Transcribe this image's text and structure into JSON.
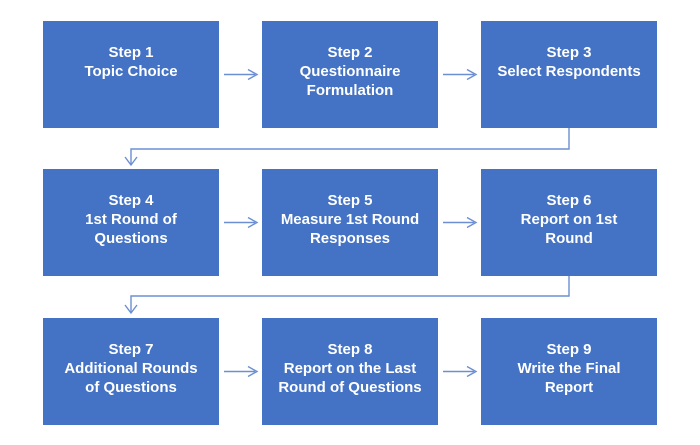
{
  "diagram": {
    "steps": [
      {
        "label": "Step 1",
        "lines": [
          "Step 1",
          "Topic Choice"
        ]
      },
      {
        "label": "Step 2",
        "lines": [
          "Step 2",
          "Questionnaire",
          "Formulation"
        ]
      },
      {
        "label": "Step 3",
        "lines": [
          "Step 3",
          "Select Respondents"
        ]
      },
      {
        "label": "Step 4",
        "lines": [
          "Step 4",
          "1st Round of",
          "Questions"
        ]
      },
      {
        "label": "Step 5",
        "lines": [
          "Step 5",
          "Measure 1st Round",
          "Responses"
        ]
      },
      {
        "label": "Step 6",
        "lines": [
          "Step 6",
          "Report on 1st",
          "Round"
        ]
      },
      {
        "label": "Step 7",
        "lines": [
          "Step 7",
          "Additional Rounds",
          "of Questions"
        ]
      },
      {
        "label": "Step 8",
        "lines": [
          "Step 8",
          "Report on the Last",
          "Round of Questions"
        ]
      },
      {
        "label": "Step 9",
        "lines": [
          "Step 9",
          "Write the Final",
          "Report"
        ]
      }
    ],
    "connections": [
      {
        "from": "Step 1",
        "to": "Step 2",
        "style": "right-arrow"
      },
      {
        "from": "Step 2",
        "to": "Step 3",
        "style": "right-arrow"
      },
      {
        "from": "Step 3",
        "to": "Step 4",
        "style": "elbow-down-arrow"
      },
      {
        "from": "Step 4",
        "to": "Step 5",
        "style": "right-arrow"
      },
      {
        "from": "Step 5",
        "to": "Step 6",
        "style": "right-arrow"
      },
      {
        "from": "Step 6",
        "to": "Step 7",
        "style": "elbow-down-arrow"
      },
      {
        "from": "Step 7",
        "to": "Step 8",
        "style": "right-arrow"
      },
      {
        "from": "Step 8",
        "to": "Step 9",
        "style": "right-arrow"
      }
    ]
  },
  "colors": {
    "box_fill": "#4472C4",
    "box_text": "#FFFFFF",
    "connector": "#6C8FD3"
  }
}
